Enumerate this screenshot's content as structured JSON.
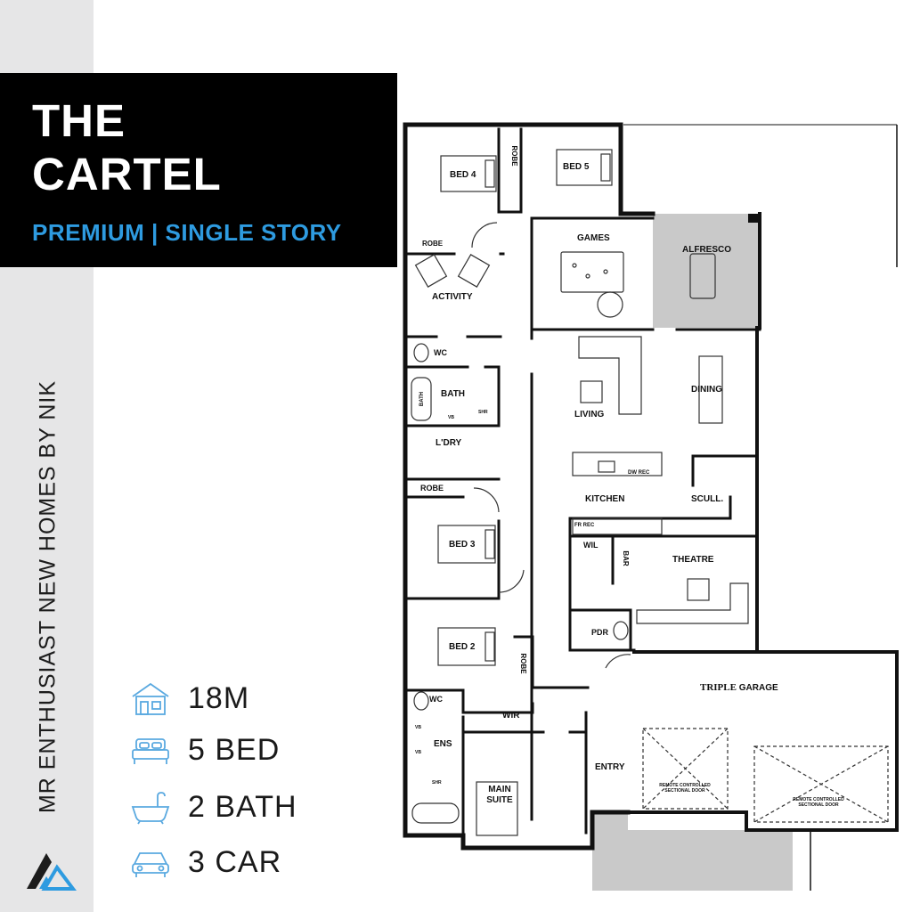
{
  "brand": {
    "title_line1": "THE",
    "title_line2": "CARTEL",
    "subtitle": "PREMIUM | SINGLE STORY",
    "vertical_text": "MR ENTHUSIAST NEW HOMES BY NIK",
    "accent_color": "#2e9be0",
    "logo_icon": "triangle-logo-icon"
  },
  "stats": [
    {
      "icon": "house-icon",
      "label": "18M"
    },
    {
      "icon": "bed-icon",
      "label": "5 BED"
    },
    {
      "icon": "bathtub-icon",
      "label": "2 BATH"
    },
    {
      "icon": "car-icon",
      "label": "3 CAR"
    }
  ],
  "rooms": {
    "bed4": "BED 4",
    "robe_vertical_top": "ROBE",
    "bed5": "BED 5",
    "robe_bed4": "ROBE",
    "games": "GAMES",
    "alfresco": "ALFRESCO",
    "activity": "ACTIVITY",
    "wc_1": "WC",
    "bath": "BATH",
    "bath_tub": "BATH",
    "vb_1": "VB",
    "shr_1": "SHR",
    "living": "LIVING",
    "dining": "DINING",
    "ldry": "L'DRY",
    "robe_bed3": "ROBE",
    "dw_rec": "DW REC",
    "kitchen": "KITCHEN",
    "scull": "SCULL.",
    "fr_rec": "FR REC",
    "bed3": "BED 3",
    "wil": "WIL",
    "bar": "BAR",
    "theatre": "THEATRE",
    "pdr": "PDR",
    "bed2": "BED 2",
    "robe_bed2": "ROBE",
    "garage_bold": "TRIPLE",
    "garage_rest": " GARAGE",
    "wc_2": "WC",
    "wir": "WIR",
    "ens": "ENS",
    "vb_2": "VB",
    "vb_3": "VB",
    "shr_2": "SHR",
    "entry": "ENTRY",
    "main_suite_1": "MAIN",
    "main_suite_2": "SUITE",
    "door_left_1": "REMOTE CONTROLLED",
    "door_left_2": "SECTIONAL DOOR",
    "door_right_1": "REMOTE CONTROLLED",
    "door_right_2": "SECTIONAL DOOR"
  }
}
